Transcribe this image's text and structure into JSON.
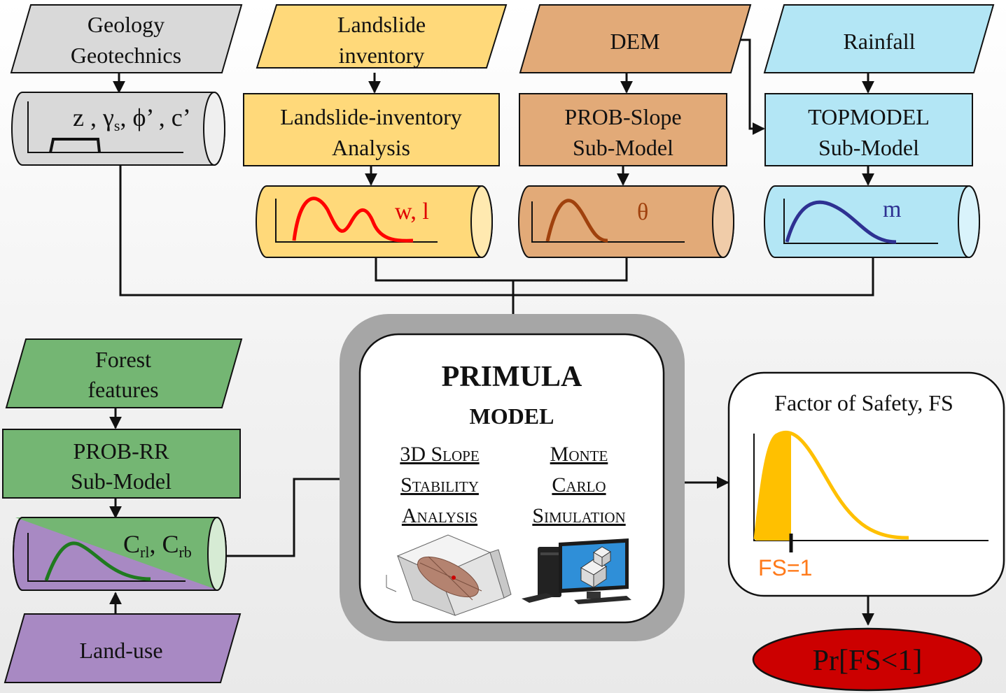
{
  "inputs": {
    "geology": {
      "line1": "Geology",
      "line2": "Geotechnics"
    },
    "inventory": {
      "line1": "Landslide",
      "line2": "inventory"
    },
    "dem": {
      "label": "DEM"
    },
    "rainfall": {
      "label": "Rainfall"
    },
    "forest": {
      "line1": "Forest",
      "line2": "features"
    },
    "landuse": {
      "label": "Land-use"
    }
  },
  "processes": {
    "inventory_analysis": {
      "line1": "Landslide-inventory",
      "line2": "Analysis"
    },
    "prob_slope": {
      "line1": "PROB-Slope",
      "line2": "Sub-Model"
    },
    "topmodel": {
      "line1": "TOPMODEL",
      "line2": "Sub-Model"
    },
    "prob_rr": {
      "line1": "PROB-RR",
      "line2": "Sub-Model"
    }
  },
  "datastores": {
    "geotech_params": {
      "z": "z",
      "comma1": " , ",
      "gamma": "γ",
      "gamma_sub": "s",
      "comma2": ", ",
      "phi": "ϕ’",
      "comma3": " , ",
      "c": "c’"
    },
    "inventory_params": {
      "label": "w, l"
    },
    "slope_params": {
      "label": "θ"
    },
    "topmodel_params": {
      "label": "m"
    },
    "root_params": {
      "c1": "C",
      "c1_sub": "rl",
      "sep": ", ",
      "c2": "C",
      "c2_sub": "rb"
    }
  },
  "primula": {
    "title": "PRIMULA",
    "subtitle": "MODEL",
    "left_col": [
      "3D Slope",
      "Stability",
      "Analysis"
    ],
    "right_col": [
      "Monte",
      "Carlo",
      "Simulation"
    ]
  },
  "output": {
    "fs_title": "Factor of Safety, FS",
    "fs_marker": "FS=1",
    "probability": "Pr[FS<1]"
  },
  "colors": {
    "gray": "#d9d9d9",
    "yellow": "#ffd97a",
    "brown": "#e2aa78",
    "blue": "#b3e6f5",
    "green": "#74b673",
    "purple": "#a889c3",
    "red": "#cc0000",
    "orange": "#ff7a1a",
    "gold": "#ffc000"
  }
}
